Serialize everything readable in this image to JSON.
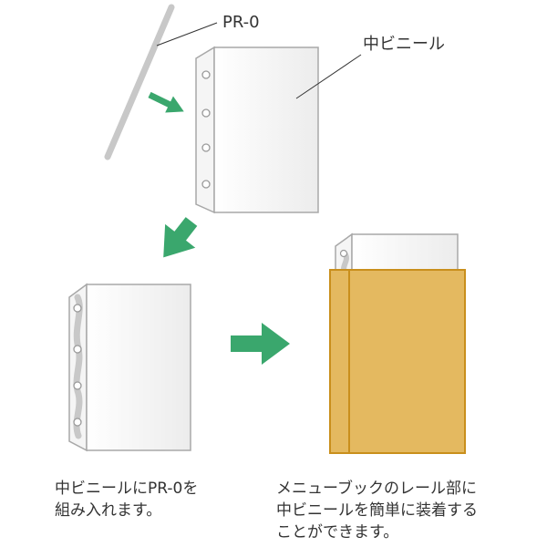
{
  "labels": {
    "rod": "PR-0",
    "sheet": "中ビニール"
  },
  "captions": {
    "step1": [
      "中ビニールにPR-0を",
      "組み入れます。"
    ],
    "step2": [
      "メニューブックのレール部に",
      "中ビニールを簡単に装着する",
      "ことができます。"
    ]
  },
  "colors": {
    "arrow": "#3aa76d",
    "rod": "#c8c8c8",
    "sheet_fill": "#f2f2f2",
    "sheet_stroke": "#a8a8a8",
    "menu_book": "#e4b960",
    "menu_book_stroke": "#c98f1c"
  }
}
